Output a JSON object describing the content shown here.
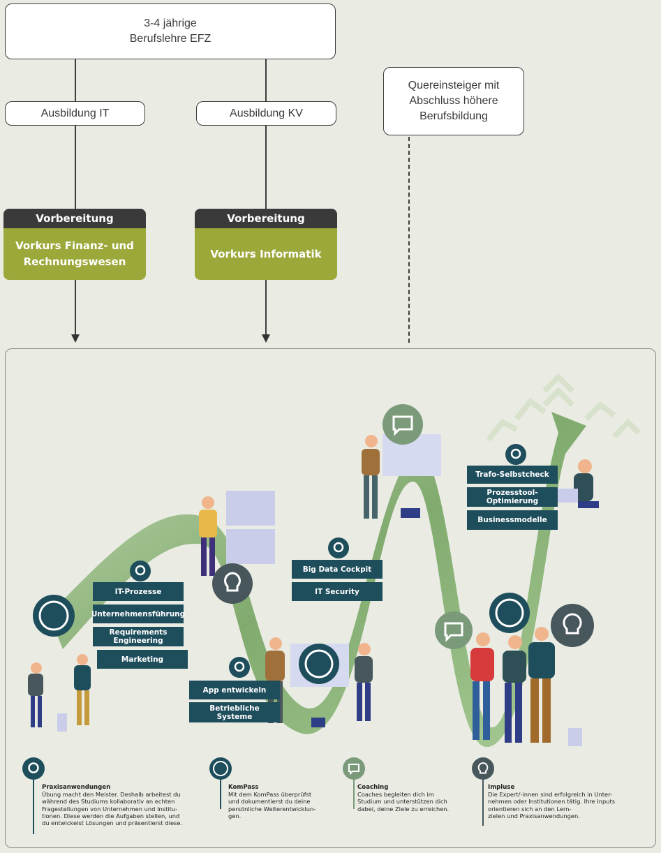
{
  "top_box": "3-4 jährige\nBerufslehre EFZ",
  "ausbildung_it": "Ausbildung IT",
  "ausbildung_kv": "Ausbildung KV",
  "quereinsteiger": "Quereinsteiger mit\nAbschluss höhere\nBerufsbildung",
  "prep_left": {
    "head": "Vorbereitung",
    "body": "Vorkurs Finanz- und\nRechnungswesen"
  },
  "prep_right": {
    "head": "Vorbereitung",
    "body": "Vorkurs Informatik"
  },
  "tags": {
    "it_prozesse": "IT-Prozesse",
    "unternehmensfuehrung": "Unternehmensführung",
    "requirements": "Requirements\nEngineering",
    "marketing": "Marketing",
    "app_entwickeln": "App entwickeln",
    "betriebliche": "Betriebliche\nSysteme",
    "big_data": "Big Data Cockpit",
    "it_security": "IT Security",
    "trafo": "Trafo-Selbstcheck",
    "prozesstool": "Prozesstool-\nOptimierung",
    "businessmodelle": "Businessmodelle"
  },
  "legend": [
    {
      "title": "Praxisanwendungen",
      "text": "Übung macht den Meister. Deshalb arbeitest du\nwährend des Studiums kollaborativ an echten\nFragestellungen von Unternehmen und Institu-\ntionen. Diese werden die Aufgaben stellen, und\ndu entwickelst Lösungen und präsentierst diese."
    },
    {
      "title": "KomPass",
      "text": "Mit dem KomPass überprüfst\nund dokumentierst du deine\npersönliche Weiterentwicklun-\ngen."
    },
    {
      "title": "Coaching",
      "text": "Coaches begleiten dich im\nStudium und unterstützen dich\ndabei, deine Ziele zu erreichen."
    },
    {
      "title": "Impluse",
      "text": "Die Expert/-innen sind erfolgreich in Unter-\nnehmen oder Institutionen tätig. Ihre Inputs\norientieren sich an den Lern-\nzielen und Praxisanwendungen."
    }
  ],
  "colors": {
    "dark_teal": "#1e4d5c",
    "olive": "#9ca83a",
    "icon_gray": "#47575c",
    "coaching_green": "#7a9a7a",
    "ribbon_green": "#7fae6a"
  }
}
